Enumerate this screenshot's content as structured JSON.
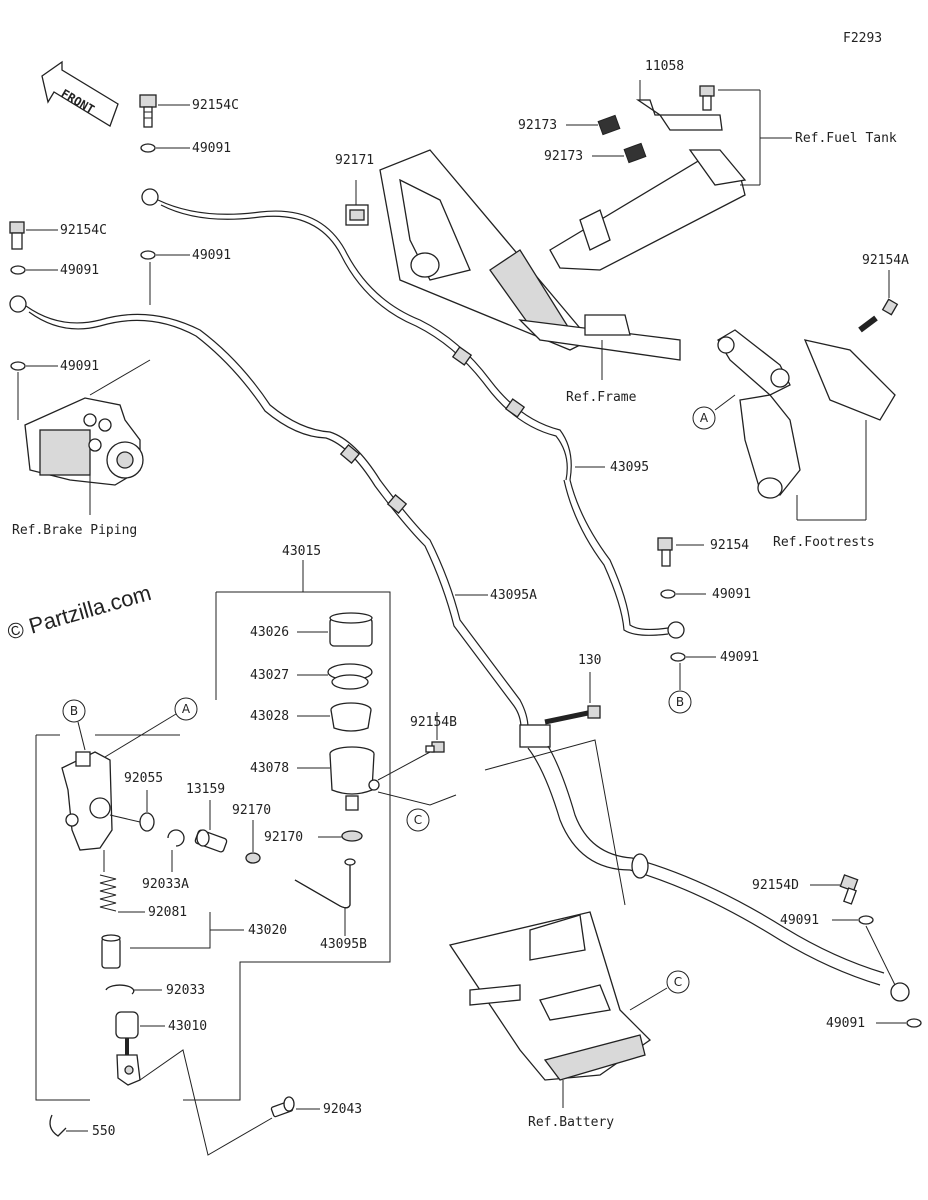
{
  "diagram_id": "F2293",
  "watermark": "© Partzilla.com",
  "front_label": "FRONT",
  "parts": {
    "p92154C_a": "92154C",
    "p49091_a": "49091",
    "p49091_b": "49091",
    "p92154C_b": "92154C",
    "p49091_c": "49091",
    "p49091_d": "49091",
    "p92171": "92171",
    "p11058": "11058",
    "p92173_a": "92173",
    "p92173_b": "92173",
    "p92154A": "92154A",
    "p43095": "43095",
    "p92154": "92154",
    "p49091_e": "49091",
    "p49091_f": "49091",
    "p43015": "43015",
    "p43095A": "43095A",
    "p43026": "43026",
    "p43027": "43027",
    "p43028": "43028",
    "p43078": "43078",
    "p92154B": "92154B",
    "p130": "130",
    "p92055": "92055",
    "p13159": "13159",
    "p92170_a": "92170",
    "p92170_b": "92170",
    "p92033A": "92033A",
    "p92081": "92081",
    "p43020": "43020",
    "p43095B": "43095B",
    "p92033": "92033",
    "p43010": "43010",
    "p550": "550",
    "p92043": "92043",
    "p92154D": "92154D",
    "p49091_g": "49091",
    "p49091_h": "49091"
  },
  "refs": {
    "fuel_tank": "Ref.Fuel Tank",
    "frame": "Ref.Frame",
    "brake_piping": "Ref.Brake Piping",
    "footrests": "Ref.Footrests",
    "battery": "Ref.Battery"
  },
  "callouts": {
    "a1": "A",
    "a2": "A",
    "b1": "B",
    "b2": "B",
    "c1": "C",
    "c2": "C"
  },
  "colors": {
    "line": "#222222",
    "background": "#ffffff",
    "shade": "#d9d9d9"
  }
}
